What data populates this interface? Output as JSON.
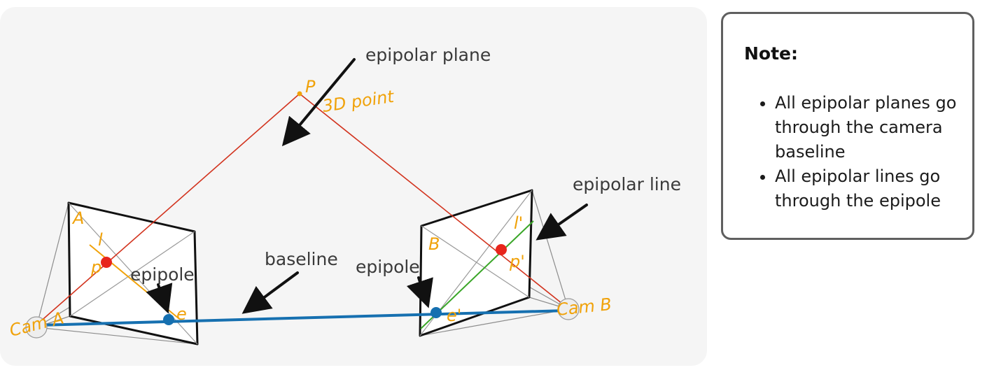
{
  "diagram": {
    "labels": {
      "epipolar_plane": "epipolar plane",
      "epipolar_line": "epipolar line",
      "baseline": "baseline",
      "epipole_left": "epipole",
      "epipole_right": "epipole"
    },
    "handwritten": {
      "point_p": "P",
      "point_3d": "3D point",
      "cam_a": "Cam A",
      "cam_b": "Cam B",
      "image_a": "A",
      "image_b": "B",
      "line_l": "l",
      "line_l_prime": "l'",
      "proj_p": "p",
      "proj_p_prime": "p'",
      "epipole_e": "e",
      "epipole_e_prime": "e'"
    },
    "colors": {
      "background": "#f5f5f5",
      "ray": "#d2331e",
      "baseline": "#1670b0",
      "epipole_dot": "#1670b0",
      "point_dot": "#e8251c",
      "epipolar_line_left": "#f0a20a",
      "epipolar_line_right": "#3aa628",
      "handwriting": "#f0a20a"
    }
  },
  "note": {
    "title": "Note:",
    "items": [
      "All epipolar planes go through the camera baseline",
      "All epipolar lines go through the epipole"
    ]
  }
}
